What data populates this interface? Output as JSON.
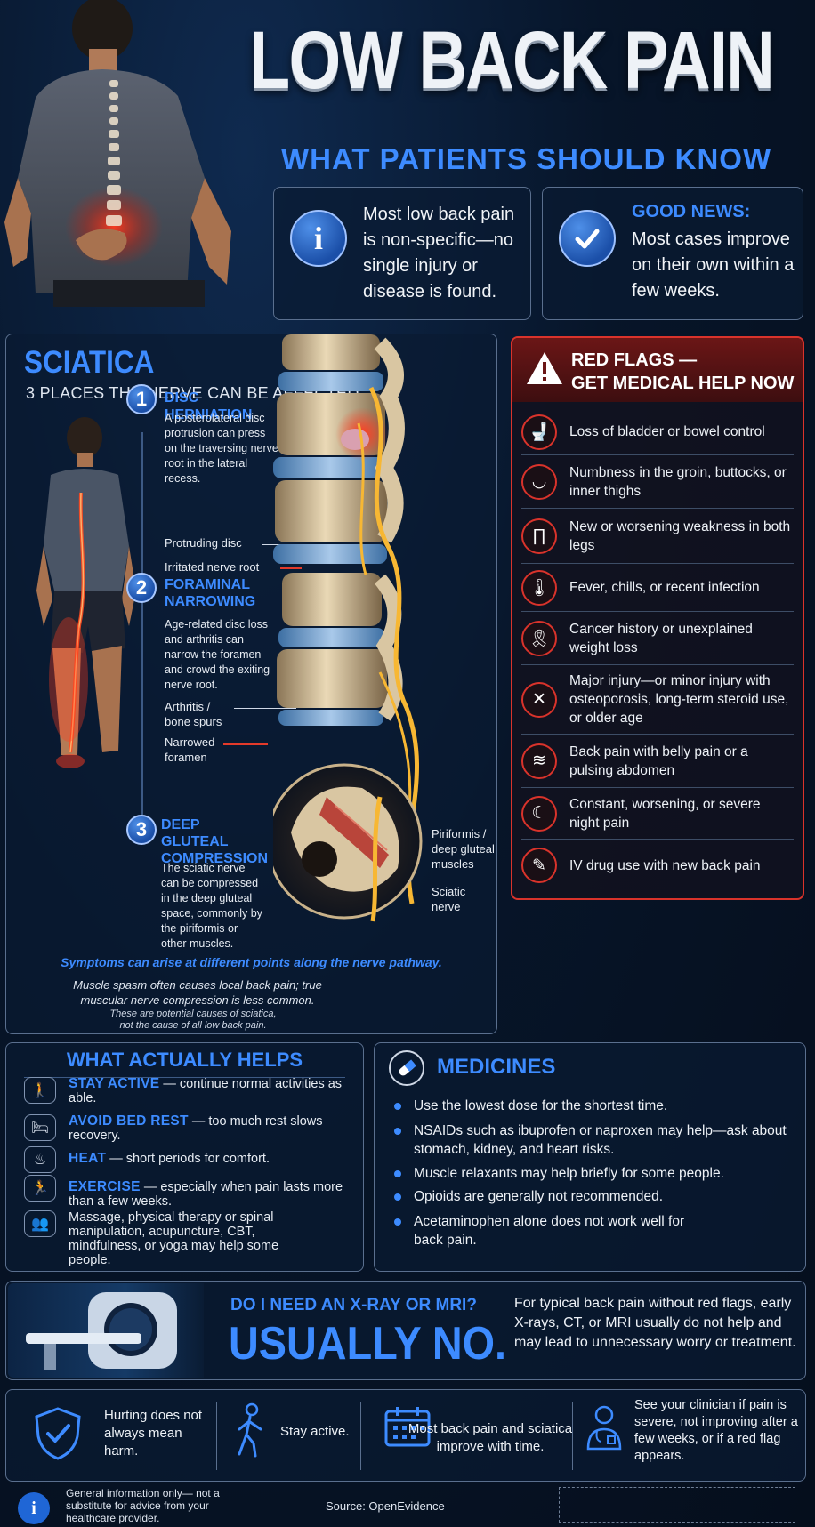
{
  "header": {
    "title": "LOW BACK PAIN",
    "subtitle": "WHAT PATIENTS SHOULD KNOW"
  },
  "info_cards": [
    {
      "icon": "info-icon",
      "text": "Most low back pain is non-specific—no single injury or disease is found."
    },
    {
      "icon": "check-icon",
      "heading": "GOOD NEWS:",
      "text": "Most cases improve on their own within a few weeks."
    }
  ],
  "sciatica": {
    "title": "SCIATICA",
    "subtitle": "3 PLACES THE NERVE CAN BE AFFECTED",
    "causes": [
      {
        "number": "1",
        "title": "DISC HERNIATION",
        "desc": "A posterolateral disc protrusion can press on the traversing nerve root in the lateral recess."
      },
      {
        "number": "2",
        "title": "FORAMINAL NARROWING",
        "desc": "Age-related disc loss and arthritis can narrow the foramen and crowd the exiting nerve root."
      },
      {
        "number": "3",
        "title": "DEEP GLUTEAL COMPRESSION",
        "desc": "The sciatic nerve can be compressed in the deep gluteal space, commonly by the piriformis or other muscles."
      }
    ],
    "callouts": {
      "protruding_disc": "Protruding disc",
      "irritated_root": "Irritated nerve root",
      "arthritis": "Arthritis / bone spurs",
      "narrowed_foramen": "Narrowed foramen",
      "piriformis": "Piriformis / deep gluteal muscles",
      "sciatic_nerve": "Sciatic nerve"
    },
    "footer_highlight": "Symptoms can arise at different points along the nerve pathway.",
    "footer_note1": "Muscle spasm often causes local back pain; true muscular nerve compression is less common.",
    "footer_note2": "These are potential causes of sciatica, not the cause of all low back pain."
  },
  "red_flags": {
    "title_line1": "RED FLAGS —",
    "title_line2": "GET MEDICAL HELP NOW",
    "items": [
      {
        "icon": "toilet-icon",
        "text": "Loss of bladder or bowel control"
      },
      {
        "icon": "underwear-icon",
        "text": "Numbness in the groin, buttocks, or inner thighs"
      },
      {
        "icon": "legs-icon",
        "text": "New or worsening weakness in both legs"
      },
      {
        "icon": "thermometer-icon",
        "text": "Fever, chills, or recent infection"
      },
      {
        "icon": "ribbon-icon",
        "text": "Cancer history or unexplained weight loss"
      },
      {
        "icon": "fall-icon",
        "text": "Major injury—or minor injury with osteoporosis, long-term steroid use, or older age"
      },
      {
        "icon": "abdomen-icon",
        "text": "Back pain with belly pain or a pulsing abdomen"
      },
      {
        "icon": "moon-icon",
        "text": "Constant, worsening, or severe night pain"
      },
      {
        "icon": "syringe-icon",
        "text": "IV drug use with new back pain"
      }
    ]
  },
  "helps": {
    "title": "WHAT ACTUALLY HELPS",
    "items": [
      {
        "icon": "walking-icon",
        "label": "STAY ACTIVE",
        "text": " — continue normal activities as able."
      },
      {
        "icon": "bed-icon",
        "label": "AVOID BED REST",
        "text": " — too much rest slows recovery."
      },
      {
        "icon": "heat-icon",
        "label": "HEAT",
        "text": " — short periods for comfort."
      },
      {
        "icon": "running-icon",
        "label": "EXERCISE",
        "text": " — especially when pain lasts more than a few weeks."
      },
      {
        "icon": "group-icon",
        "label": "",
        "text": "Massage, physical therapy or spinal manipulation, acupuncture, CBT, mindfulness, or yoga may help some people."
      }
    ]
  },
  "medicines": {
    "title": "MEDICINES",
    "items": [
      "Use the lowest dose for the shortest time.",
      "NSAIDs such as ibuprofen or naproxen may help—ask about stomach, kidney, and heart risks.",
      "Muscle relaxants may help briefly for some people.",
      "Opioids are generally not recommended.",
      "Acetaminophen alone does not work well for back pain."
    ]
  },
  "imaging": {
    "question": "DO I NEED AN X-RAY OR MRI?",
    "answer": "USUALLY NO.",
    "text": "For typical back pain without red flags, early X-rays, CT, or MRI usually do not help and may lead to unnecessary worry or treatment."
  },
  "takeaways": [
    {
      "icon": "shield-check-icon",
      "text": "Hurting does not always mean harm."
    },
    {
      "icon": "walking-icon",
      "text": "Stay active."
    },
    {
      "icon": "calendar-icon",
      "text": "Most back pain and sciatica improve with time."
    },
    {
      "icon": "clinician-icon",
      "text": "See your clinician if pain is severe, not improving after a few weeks, or if a red flag appears."
    }
  ],
  "footer": {
    "disclaimer": "General information only— not a substitute for advice from your healthcare provider.",
    "source": "Source: OpenEvidence"
  },
  "colors": {
    "accent_blue": "#3d8bff",
    "alert_red": "#d9332b",
    "background": "#071529"
  }
}
